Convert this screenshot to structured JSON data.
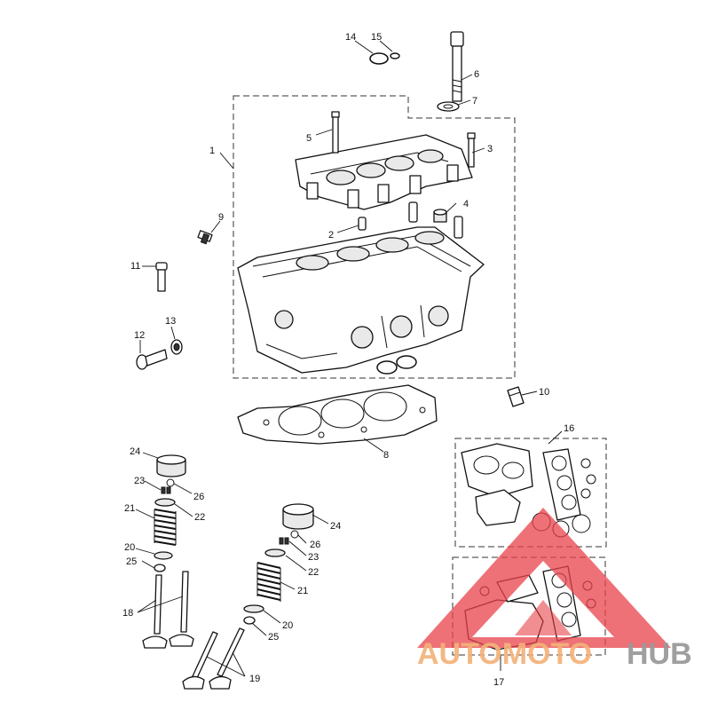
{
  "callouts": {
    "c1": "1",
    "c2": "2",
    "c3": "3",
    "c4": "4",
    "c5": "5",
    "c6": "6",
    "c7": "7",
    "c8": "8",
    "c9": "9",
    "c10": "10",
    "c11": "11",
    "c12": "12",
    "c13": "13",
    "c14": "14",
    "c15": "15",
    "c16": "16",
    "c17": "17",
    "c18": "18",
    "c19": "19",
    "c20a": "20",
    "c20b": "20",
    "c21a": "21",
    "c21b": "21",
    "c22a": "22",
    "c22b": "22",
    "c23a": "23",
    "c23b": "23",
    "c24a": "24",
    "c24b": "24",
    "c25a": "25",
    "c25b": "25",
    "c26a": "26",
    "c26b": "26"
  },
  "watermark": {
    "part1": "AUTOMOTO",
    "part2": "HUB",
    "colors": {
      "logo_triangle": "#e8424a",
      "text_primary": "#f4b27a",
      "text_secondary": "#9a9a9a"
    }
  }
}
